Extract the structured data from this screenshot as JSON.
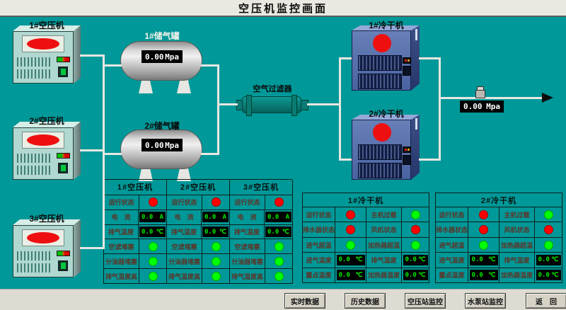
{
  "title": "空压机监控画面",
  "colors": {
    "background": "#009898",
    "status_red": "#ff0000",
    "status_green": "#00ff00",
    "display_text": "#00ee00"
  },
  "devices": {
    "compressors": [
      {
        "label": "1#空压机"
      },
      {
        "label": "2#空压机"
      },
      {
        "label": "3#空压机"
      }
    ],
    "tanks": [
      {
        "label": "1#储气罐",
        "value": "0.00",
        "unit": "Mpa"
      },
      {
        "label": "2#储气罐",
        "value": "0.00",
        "unit": "Mpa"
      }
    ],
    "filter": {
      "label": "空气过滤器"
    },
    "dryers": [
      {
        "label": "1#冷干机"
      },
      {
        "label": "2#冷干机"
      }
    ],
    "outlet": {
      "value": "0.00",
      "unit": "Mpa"
    }
  },
  "comp_panel": {
    "headers": [
      "1#空压机",
      "2#空压机",
      "3#空压机"
    ],
    "rows": [
      {
        "label": "运行状态",
        "type": "status",
        "cells": [
          "#ff0000",
          "#ff0000",
          "#ff0000"
        ]
      },
      {
        "label": "电　流",
        "type": "value",
        "cells": [
          {
            "v": "0.0",
            "u": "A"
          },
          {
            "v": "0.0",
            "u": "A"
          },
          {
            "v": "0.0",
            "u": "A"
          }
        ]
      },
      {
        "label": "排气温度",
        "type": "value",
        "cells": [
          {
            "v": "0.0",
            "u": "℃"
          },
          {
            "v": "0.0",
            "u": "℃"
          },
          {
            "v": "0.0",
            "u": "℃"
          }
        ]
      },
      {
        "label": "空滤堵塞",
        "type": "status",
        "cells": [
          "#00ff00",
          "#00ff00",
          "#00ff00"
        ]
      },
      {
        "label": "分油器堵塞",
        "type": "status",
        "cells": [
          "#00ff00",
          "#00ff00",
          "#00ff00"
        ]
      },
      {
        "label": "排气温度高",
        "type": "status",
        "cells": [
          "#00ff00",
          "#00ff00",
          "#00ff00"
        ]
      }
    ]
  },
  "dryer_panels": [
    {
      "header": "1#冷干机",
      "rows": [
        {
          "cells": [
            {
              "label": "运行状态",
              "status": "#ff0000"
            },
            {
              "label": "主机过载",
              "status": "#00ff00"
            }
          ]
        },
        {
          "cells": [
            {
              "label": "排水器状态",
              "status": "#ff0000"
            },
            {
              "label": "风机状态",
              "status": "#ff0000"
            }
          ]
        },
        {
          "cells": [
            {
              "label": "进气超温",
              "status": "#00ff00"
            },
            {
              "label": "加热器超温",
              "status": "#00ff00"
            }
          ]
        },
        {
          "cells": [
            {
              "label": "进气温度",
              "v": "0.0",
              "u": "℃"
            },
            {
              "label": "排气温度",
              "v": "0.0",
              "u": "℃"
            }
          ]
        },
        {
          "cells": [
            {
              "label": "露点温度",
              "v": "0.0",
              "u": "℃"
            },
            {
              "label": "加热器温度",
              "v": "0.0",
              "u": "℃"
            }
          ]
        }
      ]
    },
    {
      "header": "2#冷干机",
      "rows": [
        {
          "cells": [
            {
              "label": "运行状态",
              "status": "#ff0000"
            },
            {
              "label": "主机过载",
              "status": "#00ff00"
            }
          ]
        },
        {
          "cells": [
            {
              "label": "排水器状态",
              "status": "#ff0000"
            },
            {
              "label": "风机状态",
              "status": "#ff0000"
            }
          ]
        },
        {
          "cells": [
            {
              "label": "进气超温",
              "status": "#00ff00"
            },
            {
              "label": "加热器超温",
              "status": "#00ff00"
            }
          ]
        },
        {
          "cells": [
            {
              "label": "进气温度",
              "v": "0.0",
              "u": "℃"
            },
            {
              "label": "排气温度",
              "v": "0.0",
              "u": "℃"
            }
          ]
        },
        {
          "cells": [
            {
              "label": "露点温度",
              "v": "0.0",
              "u": "℃"
            },
            {
              "label": "加热器温度",
              "v": "0.0",
              "u": "℃"
            }
          ]
        }
      ]
    }
  ],
  "buttons": [
    "实时数据",
    "历史数据",
    "空压站监控",
    "水泵站监控",
    "返　回"
  ]
}
